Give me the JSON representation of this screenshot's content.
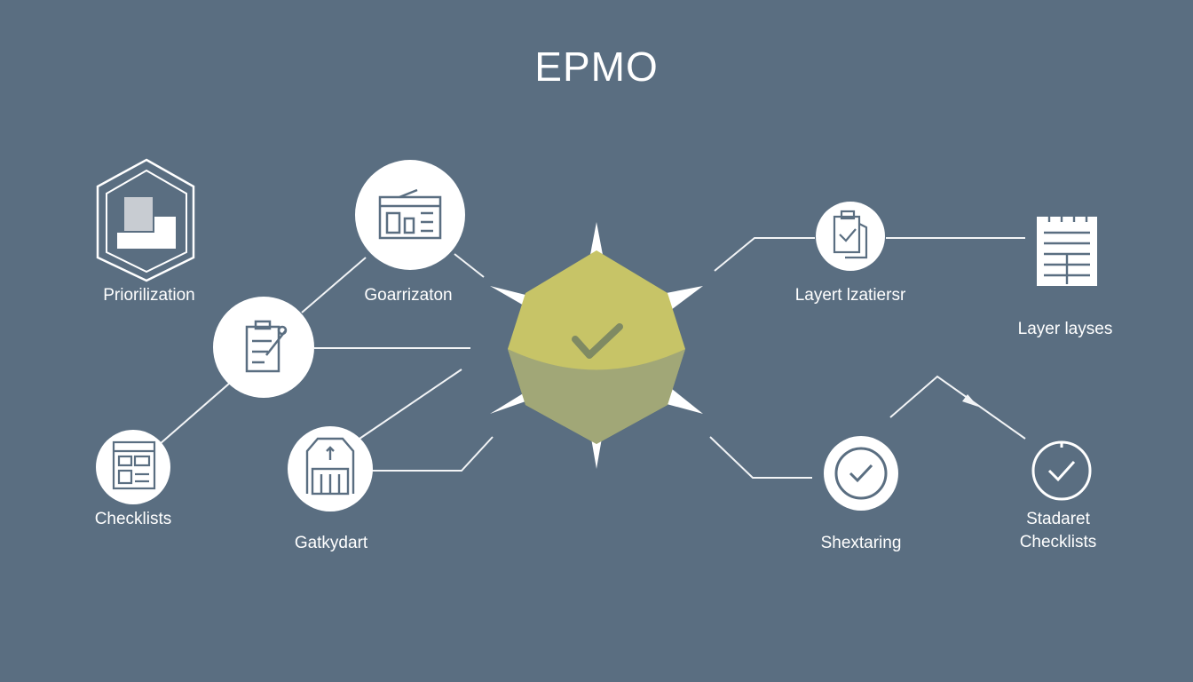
{
  "title": "EPMO",
  "colors": {
    "background": "#5a6e81",
    "node_fill": "#ffffff",
    "icon_stroke": "#5a6e81",
    "hub_fill": "#c7c467",
    "hub_shade": "#9aa27a",
    "check_color": "#7f8a63",
    "line_color": "#f2f4f6"
  },
  "nodes": {
    "prioritization": {
      "label": "Priorilization",
      "icon": "hexagon-blocks-icon"
    },
    "organization": {
      "label": "Goarrizaton",
      "icon": "dashboard-icon"
    },
    "clipboard": {
      "label": "",
      "icon": "clipboard-edit-icon"
    },
    "checklists_left": {
      "label": "Checklists",
      "icon": "document-form-icon"
    },
    "gatekeeper": {
      "label": "Gatkydart",
      "icon": "building-icon"
    },
    "layer_interface": {
      "label": "Layert lzatiersr",
      "icon": "tablet-check-icon"
    },
    "layer_layers": {
      "label": "Layer layses",
      "icon": "notepad-icon"
    },
    "sharing": {
      "label": "Shextaring",
      "icon": "check-circle-icon"
    },
    "standard_checklists": {
      "label_line1": "Stadaret",
      "label_line2": "Checklists",
      "icon": "clock-check-icon"
    }
  },
  "hub": {
    "icon": "checkmark-icon"
  }
}
